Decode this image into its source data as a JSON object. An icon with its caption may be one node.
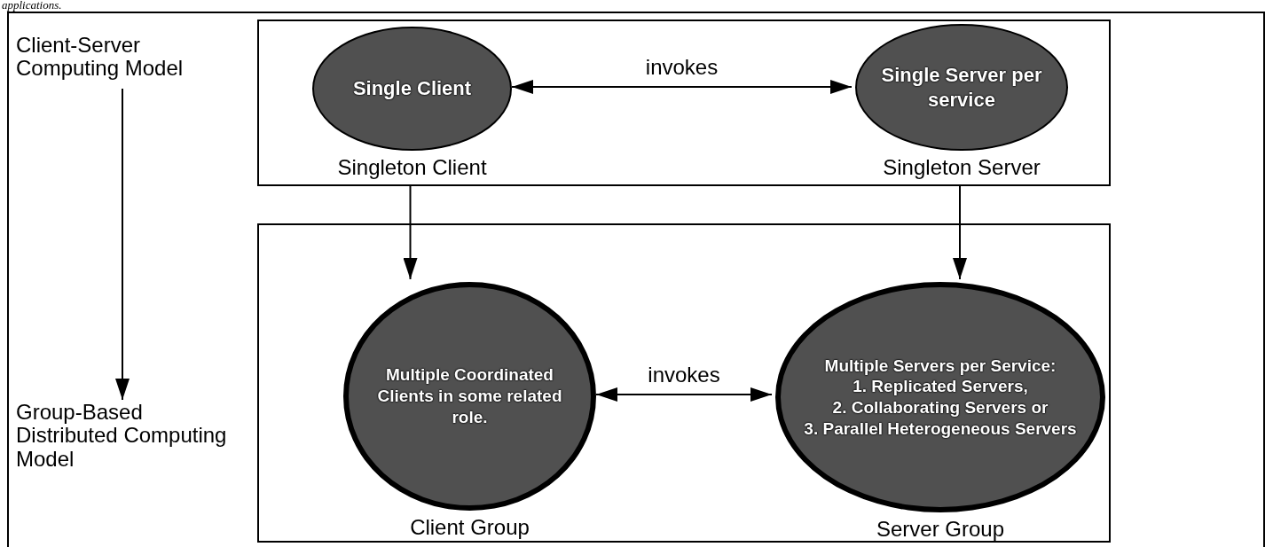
{
  "diagram": {
    "nodes": [
      {
        "text": [],
        "shape": "box"
      },
      {
        "text": [
          "Single Client"
        ],
        "in": 0,
        "beside": [
          "Singleton Client"
        ]
      },
      {
        "text": [
          "Single Server per service"
        ],
        "in": 0,
        "beside": [
          "Singleton Server"
        ]
      },
      {
        "text": [],
        "shape": "box"
      },
      {
        "text": [
          "Multiple Coordinated Clients in some related role."
        ],
        "in": 3,
        "beside": [
          "Client Group"
        ]
      },
      {
        "text": [
          "Multiple Servers per Service:",
          "1. Replicated Servers,",
          "2. Collaborating Servers or",
          "3. Parallel Heterogeneous Servers"
        ],
        "in": 3,
        "beside": [
          "Server Group"
        ]
      },
      {
        "text": [
          "Client-Server Computing Model"
        ]
      },
      {
        "text": [
          "Group-Based Distributed Computing Model"
        ]
      }
    ],
    "edges": [
      {
        "from": 1,
        "to": 2,
        "arrow": "both",
        "label": "invokes"
      },
      {
        "from": 1,
        "to": 4,
        "arrow": "to"
      },
      {
        "from": 2,
        "to": 5,
        "arrow": "to"
      },
      {
        "from": 4,
        "to": 5,
        "arrow": "both",
        "label": "invokes"
      },
      {
        "from": 6,
        "to": 7,
        "arrow": "to"
      }
    ],
    "labels": [
      "applications."
    ]
  }
}
